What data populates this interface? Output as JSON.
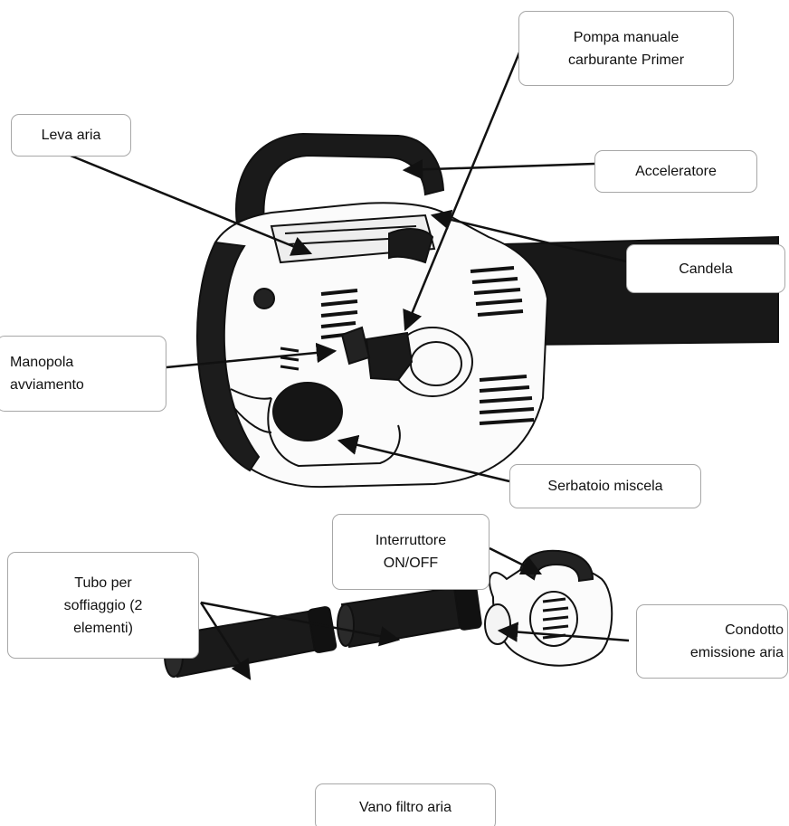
{
  "labels": {
    "primer": "Pompa manuale\ncarburante Primer",
    "leva_aria": "Leva aria",
    "acceleratore": "Acceleratore",
    "candela": "Candela",
    "manopola": "Manopola\navviamento",
    "serbatoio": "Serbatoio miscela",
    "interruttore": "Interruttore\nON/OFF",
    "tubo": "Tubo per\nsoffiaggio (2\nelementi)",
    "condotto": "Condotto\nemissione aria",
    "vano_filtro": "Vano filtro aria"
  },
  "colors": {
    "ink": "#111111",
    "callout_border": "#a7a7a7",
    "background": "#ffffff"
  }
}
